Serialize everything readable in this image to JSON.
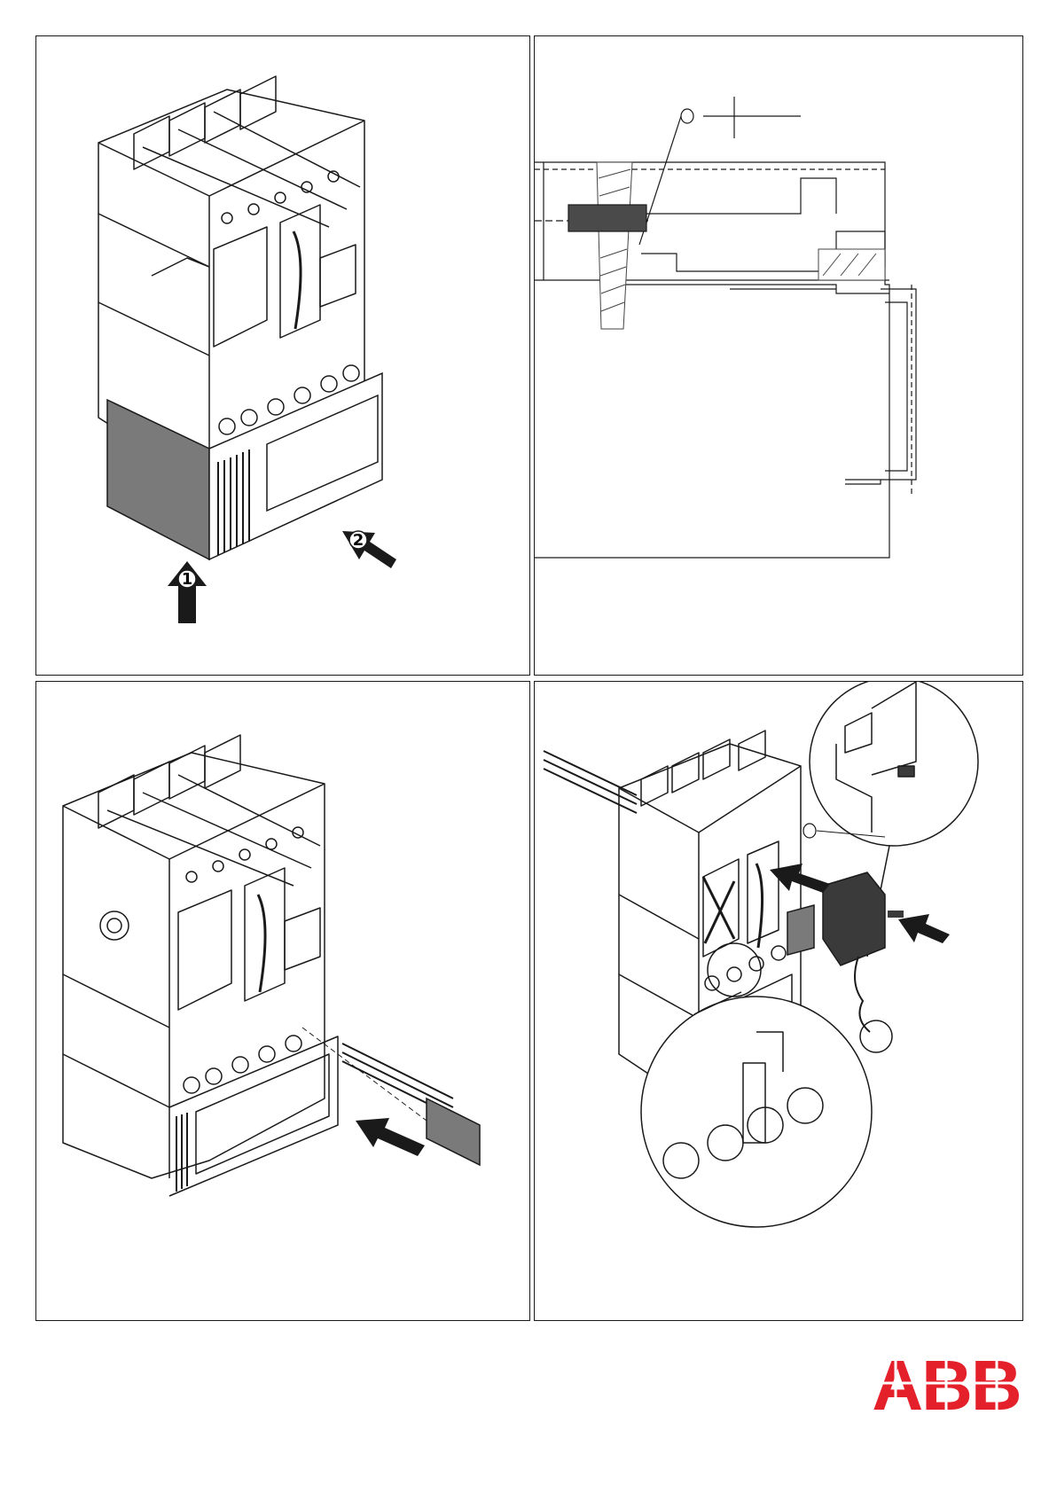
{
  "document": {
    "panels": [
      {
        "id": "panel-1",
        "step_labels": [
          "1",
          "2"
        ]
      },
      {
        "id": "panel-2",
        "step_labels": []
      },
      {
        "id": "panel-3",
        "step_labels": []
      },
      {
        "id": "panel-4",
        "step_labels": []
      }
    ]
  },
  "logo": {
    "text": "ABB",
    "color": "#e4212b"
  },
  "colors": {
    "line": "#1a1a1a",
    "module_fill": "#7a7a7a",
    "dark_fill": "#3a3a3a",
    "hatch": "#444444"
  }
}
